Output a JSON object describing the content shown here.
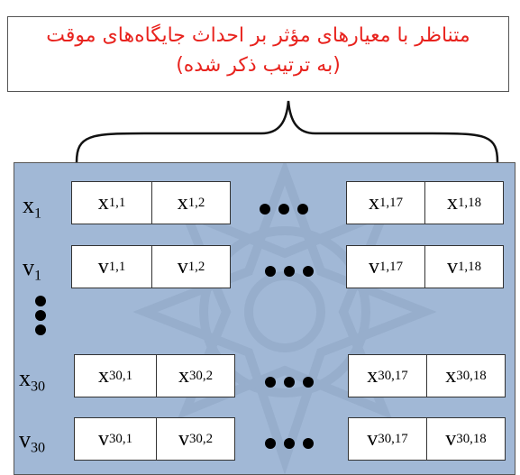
{
  "caption": {
    "line1": "متناظر با معیارهای مؤثر بر احداث جایگاه‌های موقت",
    "line2": "(به ترتیب ذکر شده)"
  },
  "colors": {
    "caption_text": "#e8231e",
    "panel_bg": "#a1b8d6",
    "cell_bg": "#ffffff"
  },
  "rows": [
    {
      "var": "x",
      "index": "1",
      "cells": [
        [
          "x",
          "1,1"
        ],
        [
          "x",
          "1,2"
        ],
        [
          "x",
          "1,17"
        ],
        [
          "x",
          "1,18"
        ]
      ]
    },
    {
      "var": "v",
      "index": "1",
      "cells": [
        [
          "v",
          "1,1"
        ],
        [
          "v",
          "1,2"
        ],
        [
          "v",
          "1,17"
        ],
        [
          "v",
          "1,18"
        ]
      ]
    },
    {
      "var": "x",
      "index": "30",
      "cells": [
        [
          "x",
          "30,1"
        ],
        [
          "x",
          "30,2"
        ],
        [
          "x",
          "30,17"
        ],
        [
          "x",
          "30,18"
        ]
      ]
    },
    {
      "var": "v",
      "index": "30",
      "cells": [
        [
          "v",
          "30,1"
        ],
        [
          "v",
          "30,2"
        ],
        [
          "v",
          "30,17"
        ],
        [
          "v",
          "30,18"
        ]
      ]
    }
  ]
}
